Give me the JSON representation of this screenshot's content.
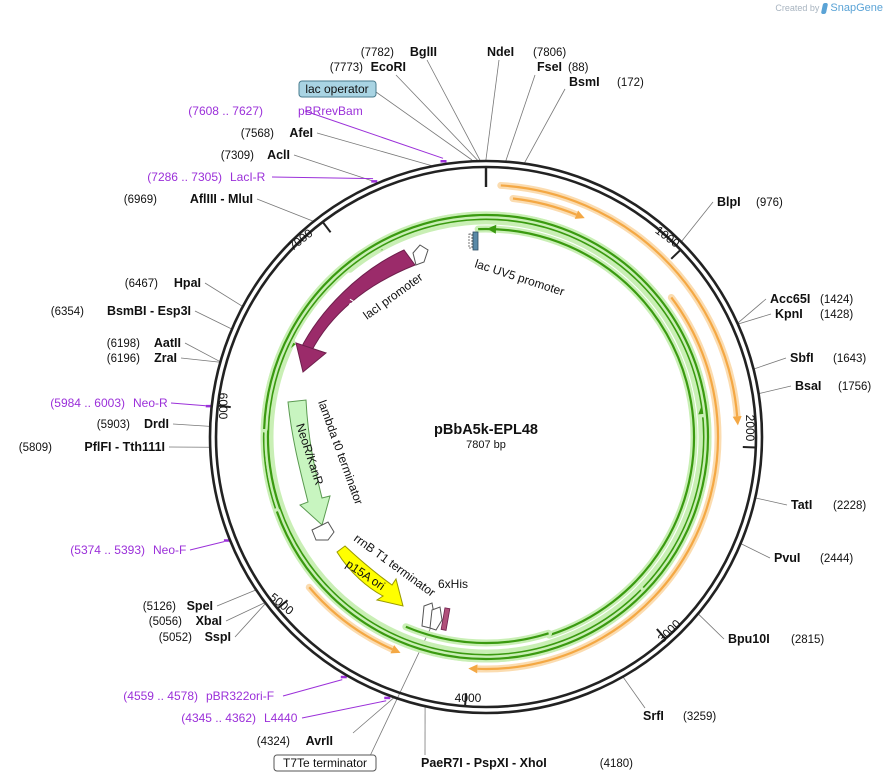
{
  "credit": {
    "prefix": "Created by",
    "brand": "SnapGene"
  },
  "plasmid": {
    "name": "pBbA5k-EPL48",
    "length": 7807,
    "length_label": "7807 bp"
  },
  "ticks": [
    {
      "pos": 1000,
      "label": "1000"
    },
    {
      "pos": 2000,
      "label": "2000"
    },
    {
      "pos": 3000,
      "label": "3000"
    },
    {
      "pos": 4000,
      "label": "4000"
    },
    {
      "pos": 5000,
      "label": "5000"
    },
    {
      "pos": 6000,
      "label": "6000"
    },
    {
      "pos": 7000,
      "label": "7000"
    }
  ],
  "sites": [
    {
      "name": "BglII",
      "pos_label": "(7782)",
      "pos": 7782
    },
    {
      "name": "EcoRI",
      "pos_label": "(7773)",
      "pos": 7773
    },
    {
      "name": "NdeI",
      "pos_label": "(7806)",
      "pos": 7806
    },
    {
      "name": "FseI",
      "pos_label": "(88)",
      "pos": 88
    },
    {
      "name": "BsmI",
      "pos_label": "(172)",
      "pos": 172
    },
    {
      "name": "AfeI",
      "pos_label": "(7568)",
      "pos": 7568
    },
    {
      "name": "AclI",
      "pos_label": "(7309)",
      "pos": 7309
    },
    {
      "name": "AflIII  -  MluI",
      "pos_label": "(6969)",
      "pos": 6969
    },
    {
      "name": "BlpI",
      "pos_label": "(976)",
      "pos": 976
    },
    {
      "name": "Acc65I",
      "pos_label": "(1424)",
      "pos": 1424
    },
    {
      "name": "KpnI",
      "pos_label": "(1428)",
      "pos": 1428
    },
    {
      "name": "SbfI",
      "pos_label": "(1643)",
      "pos": 1643
    },
    {
      "name": "BsaI",
      "pos_label": "(1756)",
      "pos": 1756
    },
    {
      "name": "HpaI",
      "pos_label": "(6467)",
      "pos": 6467
    },
    {
      "name": "BsmBI  -  Esp3I",
      "pos_label": "(6354)",
      "pos": 6354
    },
    {
      "name": "AatII",
      "pos_label": "(6198)",
      "pos": 6198
    },
    {
      "name": "ZraI",
      "pos_label": "(6196)",
      "pos": 6196
    },
    {
      "name": "DrdI",
      "pos_label": "(5903)",
      "pos": 5903
    },
    {
      "name": "PflFI  -  Tth111I",
      "pos_label": "(5809)",
      "pos": 5809
    },
    {
      "name": "TatI",
      "pos_label": "(2228)",
      "pos": 2228
    },
    {
      "name": "PvuI",
      "pos_label": "(2444)",
      "pos": 2444
    },
    {
      "name": "Bpu10I",
      "pos_label": "(2815)",
      "pos": 2815
    },
    {
      "name": "SrfI",
      "pos_label": "(3259)",
      "pos": 3259
    },
    {
      "name": "SpeI",
      "pos_label": "(5126)",
      "pos": 5126
    },
    {
      "name": "XbaI",
      "pos_label": "(5056)",
      "pos": 5056
    },
    {
      "name": "SspI",
      "pos_label": "(5052)",
      "pos": 5052
    },
    {
      "name": "AvrII",
      "pos_label": "(4324)",
      "pos": 4324
    },
    {
      "name": "PaeR7I  -  PspXI  -  XhoI",
      "pos_label": "(4180)",
      "pos": 4180
    }
  ],
  "primers": [
    {
      "name": "pBRrevBam",
      "range_label": "(7608 .. 7627)",
      "pos": 7617
    },
    {
      "name": "LacI-R",
      "range_label": "(7286 .. 7305)",
      "pos": 7295
    },
    {
      "name": "Neo-R",
      "range_label": "(5984 .. 6003)",
      "pos": 5993
    },
    {
      "name": "Neo-F",
      "range_label": "(5374 .. 5393)",
      "pos": 5383
    },
    {
      "name": "pBR322ori-F",
      "range_label": "(4559 .. 4578)",
      "pos": 4568
    },
    {
      "name": "L4440",
      "range_label": "(4345 .. 4362)",
      "pos": 4353
    }
  ],
  "boxed_labels": {
    "lac_operator": "lac operator",
    "t7te": "T7Te terminator"
  },
  "features": {
    "lacI": "lacI",
    "lacI_promoter": "lacI promoter",
    "lacUV5_promoter": "lac UV5 promoter",
    "lambda_t0": "lambda t0 terminator",
    "neoR": "NeoR/KanR",
    "rrnB_T1": "rrnB T1 terminator",
    "p15A_ori": "p15A ori",
    "his6": "6xHis"
  },
  "colors": {
    "orf_orange": "#f4a844",
    "orf_green": "#3a9a10",
    "lacI": "#9b2b6a",
    "neo": "#c8f5c0",
    "ori": "#ffff00",
    "primer": "#9b30d9",
    "operator_box": "#a9d4e3"
  }
}
